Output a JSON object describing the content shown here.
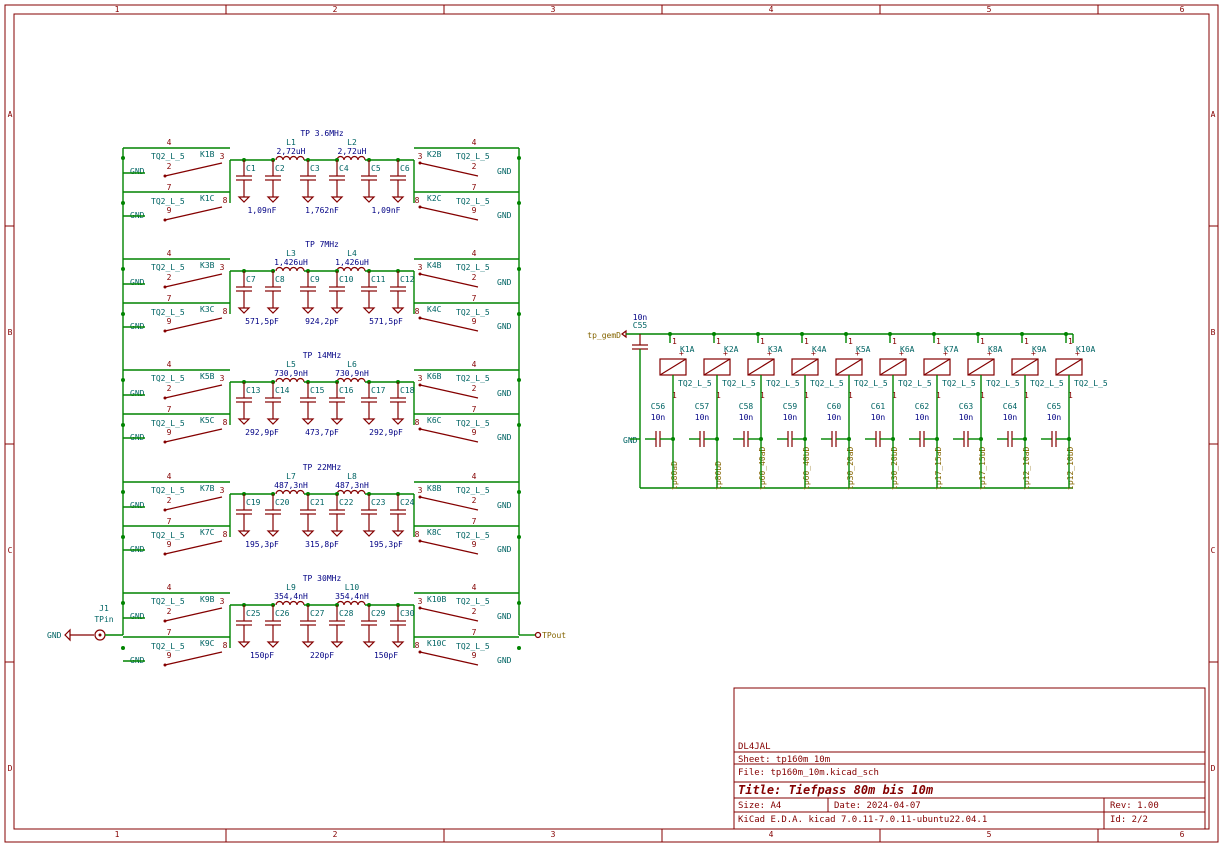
{
  "colors": {
    "border": "#840000",
    "wire": "#008400",
    "value": "#000084",
    "ref": "#006464",
    "body": "#ffffc2",
    "label": "#846400"
  },
  "frame": {
    "cols": [
      "1",
      "2",
      "3",
      "4",
      "5",
      "6"
    ],
    "rows": [
      "A",
      "B",
      "C",
      "D"
    ]
  },
  "stages": [
    {
      "title": "TP 3.6MHz",
      "L": [
        "L1",
        "L2"
      ],
      "Lv": [
        "2,72uH",
        "2,72uH"
      ],
      "C": [
        "C1",
        "C2",
        "C3",
        "C4",
        "C5",
        "C6"
      ],
      "Cv": [
        "1,09nF",
        "1,762nF",
        "1,09nF"
      ],
      "K": [
        "K1B",
        "K1C",
        "K2B",
        "K2C"
      ]
    },
    {
      "title": "TP 7MHz",
      "L": [
        "L3",
        "L4"
      ],
      "Lv": [
        "1,426uH",
        "1,426uH"
      ],
      "C": [
        "C7",
        "C8",
        "C9",
        "C10",
        "C11",
        "C12"
      ],
      "Cv": [
        "571,5pF",
        "924,2pF",
        "571,5pF"
      ],
      "K": [
        "K3B",
        "K3C",
        "K4B",
        "K4C"
      ]
    },
    {
      "title": "TP 14MHz",
      "L": [
        "L5",
        "L6"
      ],
      "Lv": [
        "730,9nH",
        "730,9nH"
      ],
      "C": [
        "C13",
        "C14",
        "C15",
        "C16",
        "C17",
        "C18"
      ],
      "Cv": [
        "292,9pF",
        "473,7pF",
        "292,9pF"
      ],
      "K": [
        "K5B",
        "K5C",
        "K6B",
        "K6C"
      ]
    },
    {
      "title": "TP 22MHz",
      "L": [
        "L7",
        "L8"
      ],
      "Lv": [
        "487,3nH",
        "487,3nH"
      ],
      "C": [
        "C19",
        "C20",
        "C21",
        "C22",
        "C23",
        "C24"
      ],
      "Cv": [
        "195,3pF",
        "315,8pF",
        "195,3pF"
      ],
      "K": [
        "K7B",
        "K7C",
        "K8B",
        "K8C"
      ]
    },
    {
      "title": "TP 30MHz",
      "L": [
        "L9",
        "L10"
      ],
      "Lv": [
        "354,4nH",
        "354,4nH"
      ],
      "C": [
        "C25",
        "C26",
        "C27",
        "C28",
        "C29",
        "C30"
      ],
      "Cv": [
        "150pF",
        "220pF",
        "150pF"
      ],
      "K": [
        "K9B",
        "K9C",
        "K10B",
        "K10C"
      ]
    }
  ],
  "relay_part": "TQ2_L_5",
  "gnd": "GND",
  "pins": {
    "p4": "4",
    "p2": "2",
    "p3": "3",
    "p7": "7",
    "p9": "9",
    "p8": "8",
    "p1": "1"
  },
  "connector": {
    "ref": "J1",
    "value": "TPin"
  },
  "tpout": "TPout",
  "coils": {
    "label_in": "tp_gemD",
    "c55_ref": "C55",
    "c55_val": "10n",
    "relays": [
      "K1A",
      "K2A",
      "K3A",
      "K4A",
      "K5A",
      "K6A",
      "K7A",
      "K8A",
      "K9A",
      "K10A"
    ],
    "caps": [
      "C56",
      "C57",
      "C58",
      "C59",
      "C60",
      "C61",
      "C62",
      "C63",
      "C64",
      "C65"
    ],
    "cap_val": "10n",
    "nets": [
      "tp80aD",
      "tp80bD",
      "tp60_40aD",
      "tp60_40bD",
      "tp30_20aD",
      "tp30_20bD",
      "tp17_15aD",
      "tp17_15bD",
      "tp12_10aD",
      "tp12_10bD"
    ]
  },
  "title_block": {
    "company": "DL4JAL",
    "sheet": "Sheet: tp160m_10m",
    "file": "File: tp160m_10m.kicad_sch",
    "title": "Title: Tiefpass 80m bis 10m",
    "size": "Size: A4",
    "date": "Date: 2024-04-07",
    "rev": "Rev: 1.00",
    "tool": "KiCad E.D.A.  kicad 7.0.11-7.0.11-ubuntu22.04.1",
    "id": "Id: 2/2"
  }
}
